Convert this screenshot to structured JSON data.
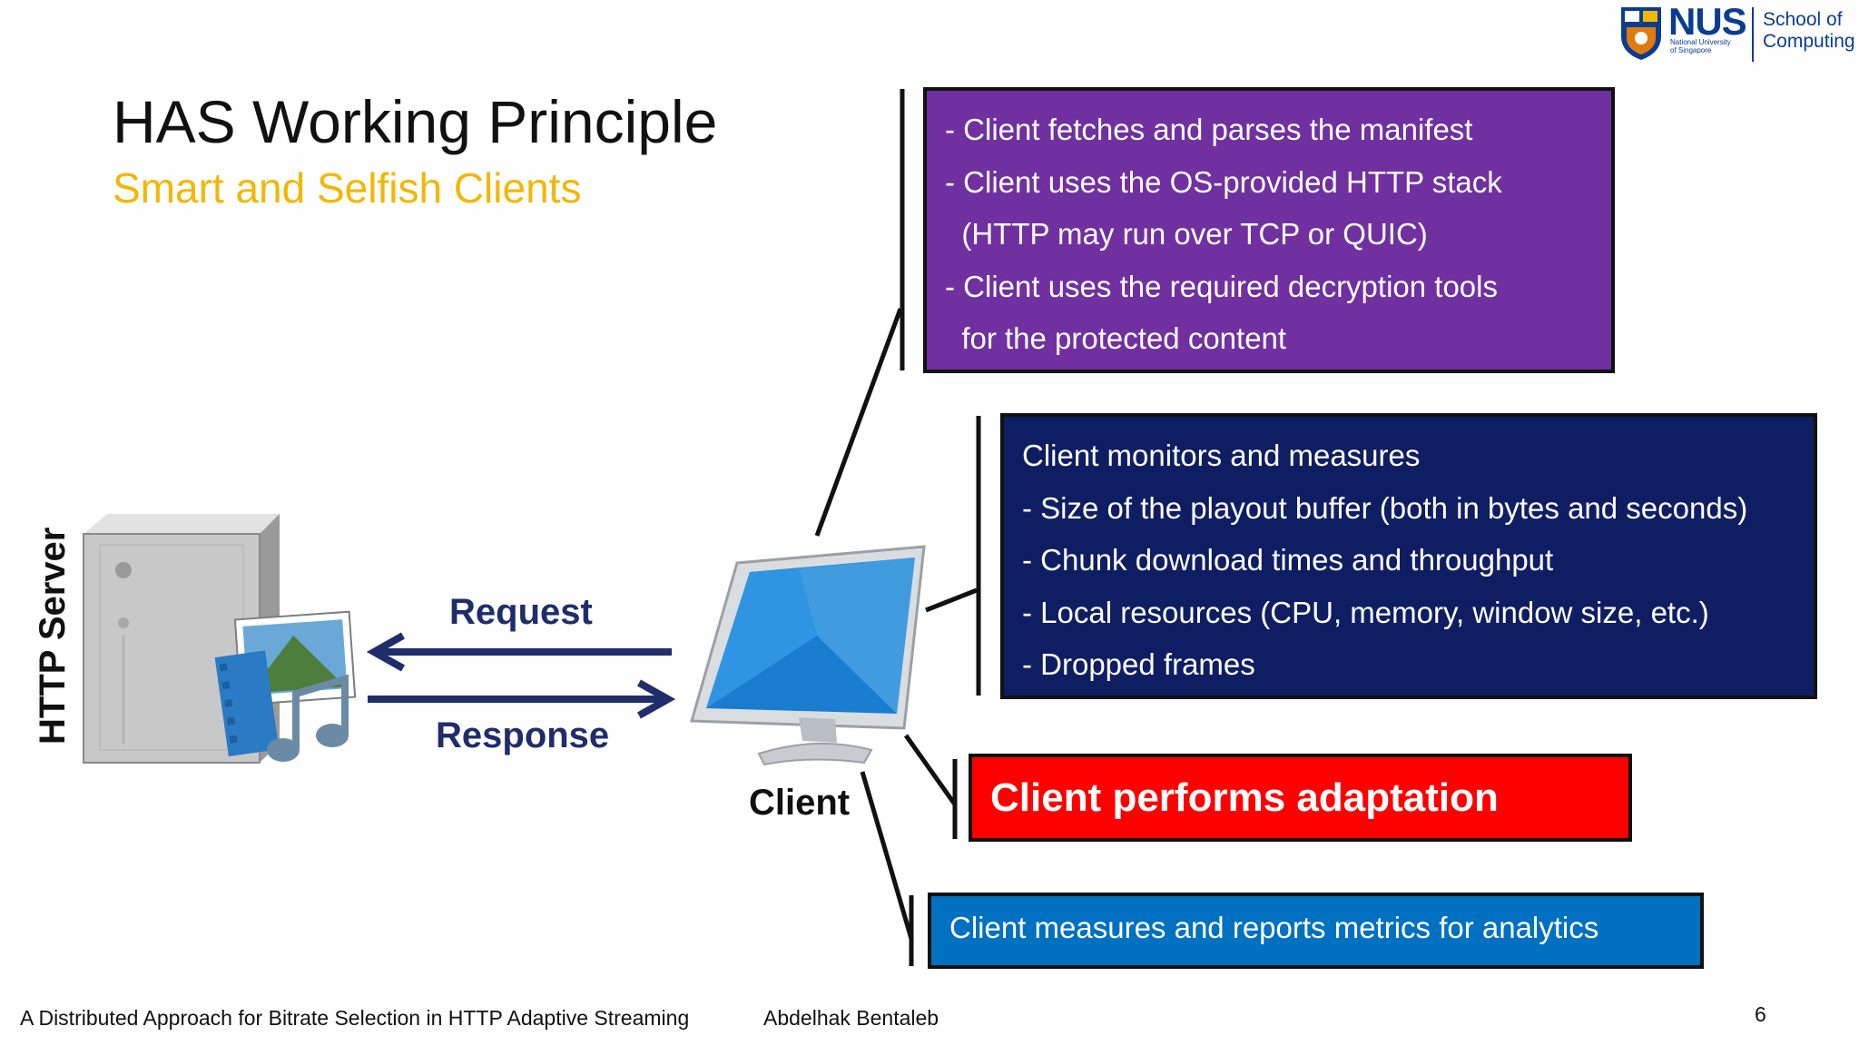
{
  "logo": {
    "name": "NUS",
    "sub_line1": "National University",
    "sub_line2": "of Singapore",
    "school_line1": "School of",
    "school_line2": "Computing"
  },
  "slide": {
    "title": "HAS Working Principle",
    "subtitle": "Smart and Selfish Clients"
  },
  "diagram": {
    "server_label": "HTTP Server",
    "request_label": "Request",
    "response_label": "Response",
    "client_label": "Client"
  },
  "boxes": {
    "purple": {
      "color": "#7030a0",
      "lines": [
        "- Client fetches and parses the manifest",
        "- Client uses the OS-provided HTTP stack",
        "  (HTTP may run over TCP or QUIC)",
        "- Client uses the required decryption tools",
        "  for the protected content"
      ]
    },
    "navy": {
      "color": "#0f1e62",
      "lines": [
        "Client monitors and measures",
        "- Size of the playout buffer (both in bytes and seconds)",
        "- Chunk download times and throughput",
        "- Local resources (CPU, memory, window size, etc.)",
        "- Dropped frames"
      ]
    },
    "red": {
      "color": "#fe0000",
      "text": "Client performs adaptation"
    },
    "blue": {
      "color": "#0070c0",
      "text": "Client measures and reports metrics for analytics"
    }
  },
  "footer": {
    "talk_title": "A Distributed Approach for Bitrate Selection in HTTP Adaptive Streaming",
    "author": "Abdelhak Bentaleb",
    "page_number": "6"
  },
  "colors": {
    "title": "#111111",
    "subtitle": "#f2b705",
    "arrow": "#1f2d6b",
    "nus_blue": "#0a3d91"
  }
}
